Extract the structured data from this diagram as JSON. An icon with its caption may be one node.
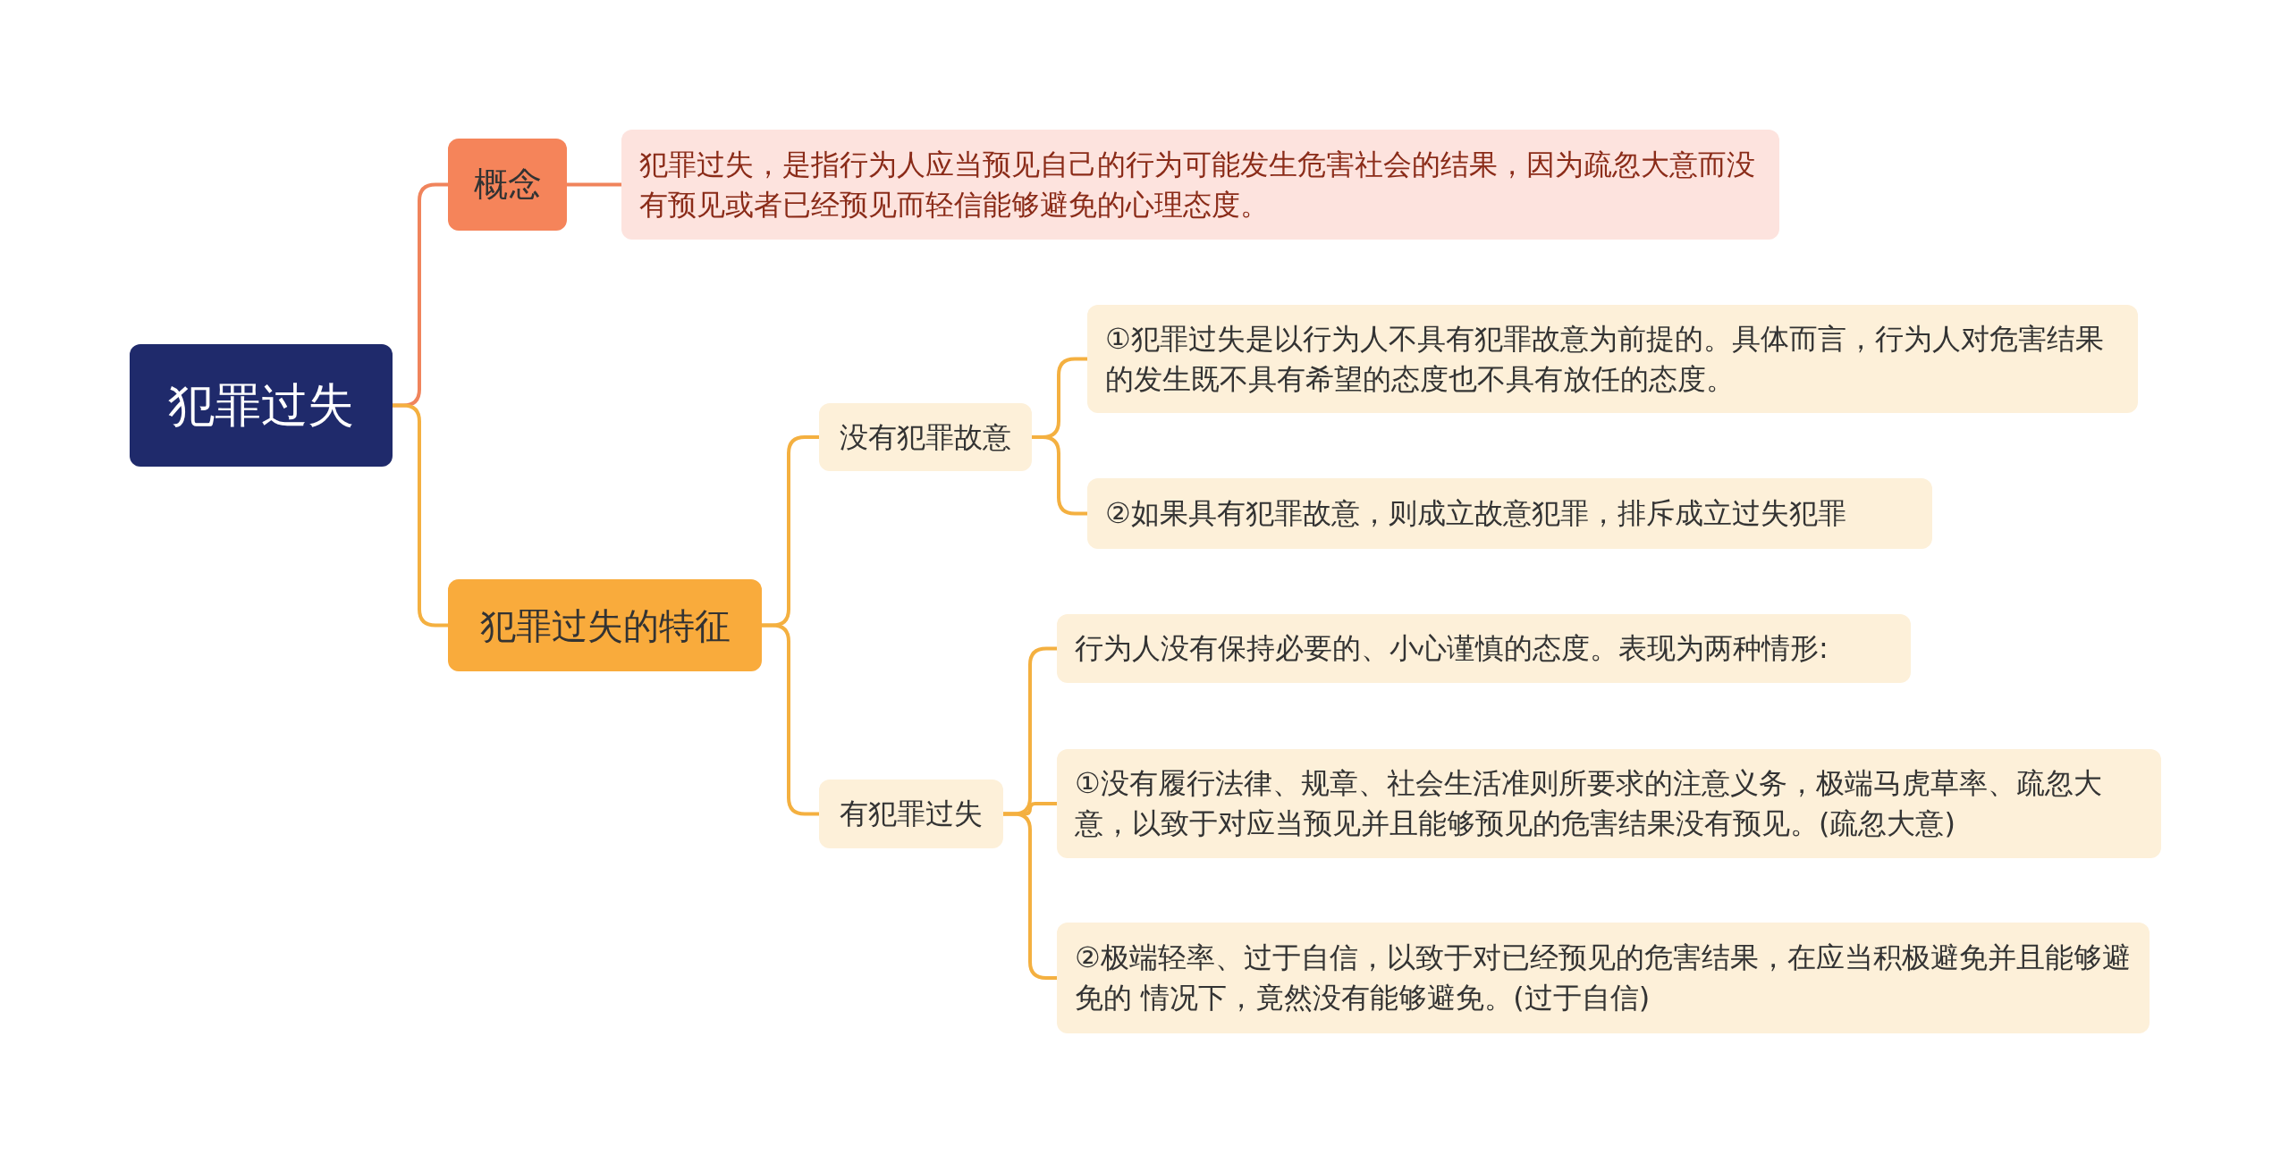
{
  "diagram": {
    "nodes": [
      {
        "text": [
          "犯罪过失"
        ]
      },
      {
        "text": [
          "概念"
        ]
      },
      {
        "text": [
          "犯罪过失，是指行为人应当预见自己的行为可能发生危害社会的结果，因为疏忽大意而没有预见或者已经预见而轻信能够避免的心理态度。"
        ]
      },
      {
        "text": [
          "犯罪过失的特征"
        ]
      },
      {
        "text": [
          "没有犯罪故意"
        ]
      },
      {
        "text": [
          "①犯罪过失是以行为人不具有犯罪故意为前提的。具体而言，行为人对危害结果的发生既不具有希望的态度也不具有放任的态度。"
        ]
      },
      {
        "text": [
          "②如果具有犯罪故意，则成立故意犯罪，排斥成立过失犯罪"
        ]
      },
      {
        "text": [
          "有犯罪过失"
        ]
      },
      {
        "text": [
          "行为人没有保持必要的、小心谨慎的态度。表现为两种情形:"
        ]
      },
      {
        "text": [
          "①没有履行法律、规章、社会生活准则所要求的注意义务，极端马虎草率、疏忽大意，以致于对应当预见并且能够预见的危害结果没有预见。(疏忽大意)"
        ]
      },
      {
        "text": [
          "②极端轻率、过于自信，以致于对已经预见的危害结果，在应当积极避免并且能够避免的  情况下，竟然没有能够避免。(过于自信)"
        ]
      }
    ],
    "edges": [
      {
        "from": 0,
        "to": 1,
        "arrow": "none",
        "color": "#f0845c"
      },
      {
        "from": 1,
        "to": 2,
        "arrow": "none",
        "color": "#f0845c"
      },
      {
        "from": 0,
        "to": 3,
        "arrow": "none"
      },
      {
        "from": 3,
        "to": 4,
        "arrow": "none"
      },
      {
        "from": 4,
        "to": 5,
        "arrow": "none"
      },
      {
        "from": 4,
        "to": 6,
        "arrow": "none"
      },
      {
        "from": 3,
        "to": 7,
        "arrow": "none"
      },
      {
        "from": 7,
        "to": 8,
        "arrow": "none"
      },
      {
        "from": 7,
        "to": 9,
        "arrow": "none"
      },
      {
        "from": 7,
        "to": 10,
        "arrow": "none"
      }
    ]
  }
}
